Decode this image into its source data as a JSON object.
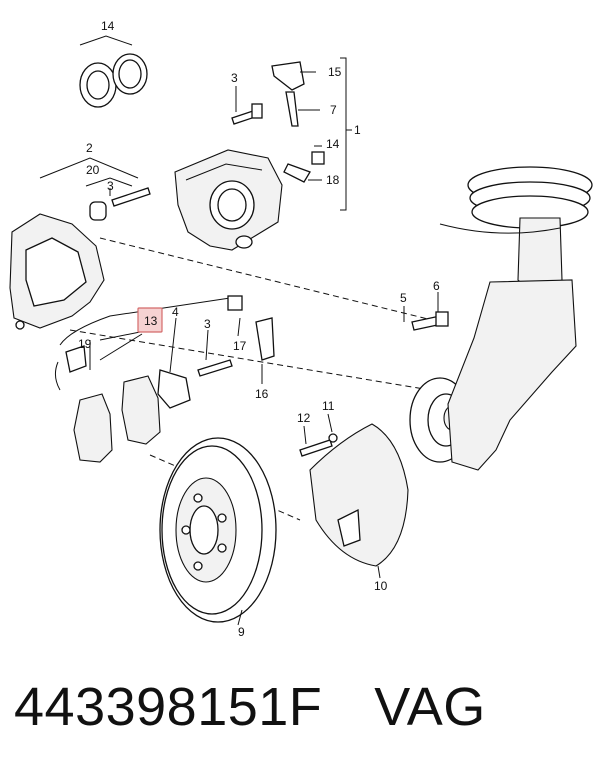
{
  "diagram": {
    "callouts": {
      "c1": "1",
      "c2": "2",
      "c3a": "3",
      "c3b": "3",
      "c3c": "3",
      "c4": "4",
      "c5": "5",
      "c6": "6",
      "c7": "7",
      "c9": "9",
      "c10": "10",
      "c11": "11",
      "c12": "12",
      "c13": "13",
      "c14a": "14",
      "c14b": "14",
      "c15": "15",
      "c16": "16",
      "c17": "17",
      "c18": "18",
      "c19": "19",
      "c20": "20"
    },
    "highlight_color": "#d46a6a"
  },
  "footer": {
    "part_number": "443398151F",
    "brand": "VAG"
  }
}
